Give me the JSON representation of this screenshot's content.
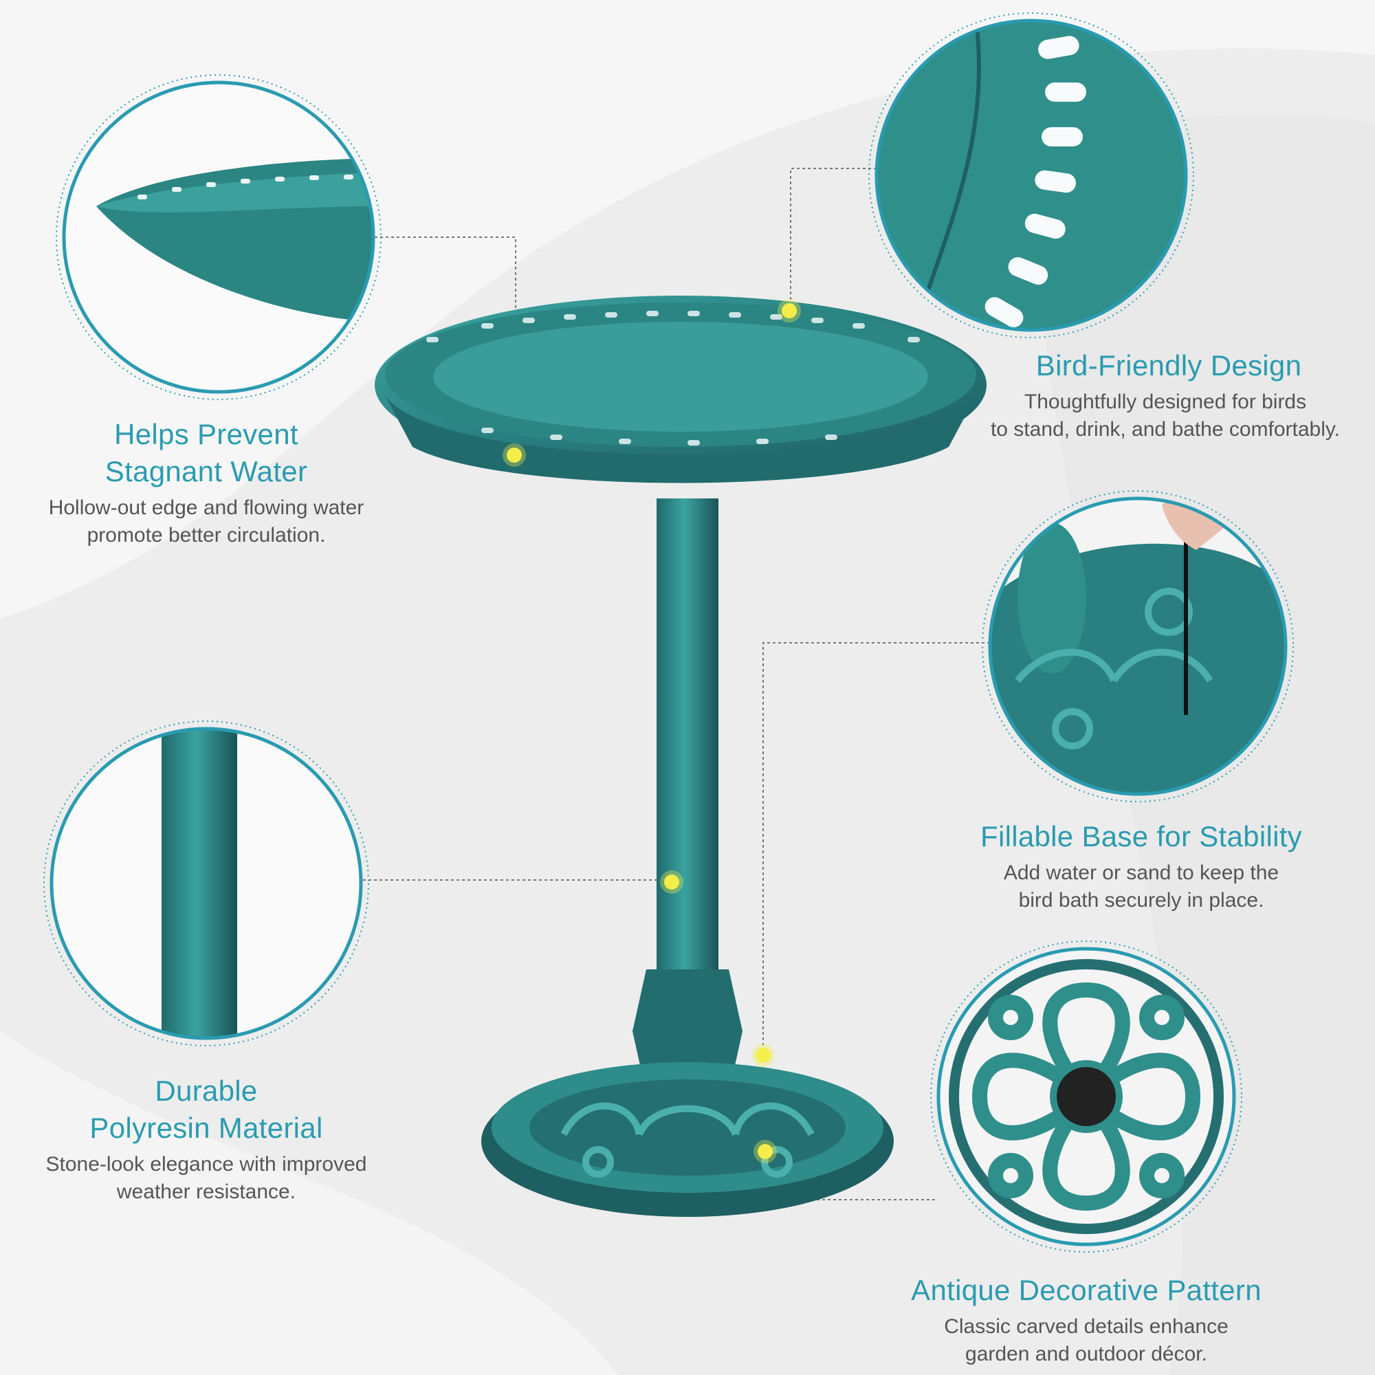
{
  "features": {
    "stagnant": {
      "title_line1": "Helps Prevent",
      "title_line2": "Stagnant Water",
      "desc_line1": "Hollow-out edge and flowing water",
      "desc_line2": "promote better circulation."
    },
    "bird_friendly": {
      "title": "Bird-Friendly Design",
      "desc_line1": "Thoughtfully designed for birds",
      "desc_line2": "to stand, drink, and bathe comfortably."
    },
    "fillable": {
      "title": "Fillable Base for Stability",
      "desc_line1": "Add water or sand to keep the",
      "desc_line2": "bird bath securely in place."
    },
    "durable": {
      "title_line1": "Durable",
      "title_line2": "Polyresin Material",
      "desc_line1": "Stone-look elegance with improved",
      "desc_line2": "weather resistance."
    },
    "antique": {
      "title": "Antique Decorative Pattern",
      "desc_line1": "Classic carved details enhance",
      "desc_line2": "garden and outdoor décor."
    }
  },
  "colors": {
    "accent": "#2a9bb0",
    "product_teal": "#2e8f8c",
    "product_dark": "#1f5f63",
    "highlight_dot": "#f3ef4a",
    "background": "#ededed"
  }
}
